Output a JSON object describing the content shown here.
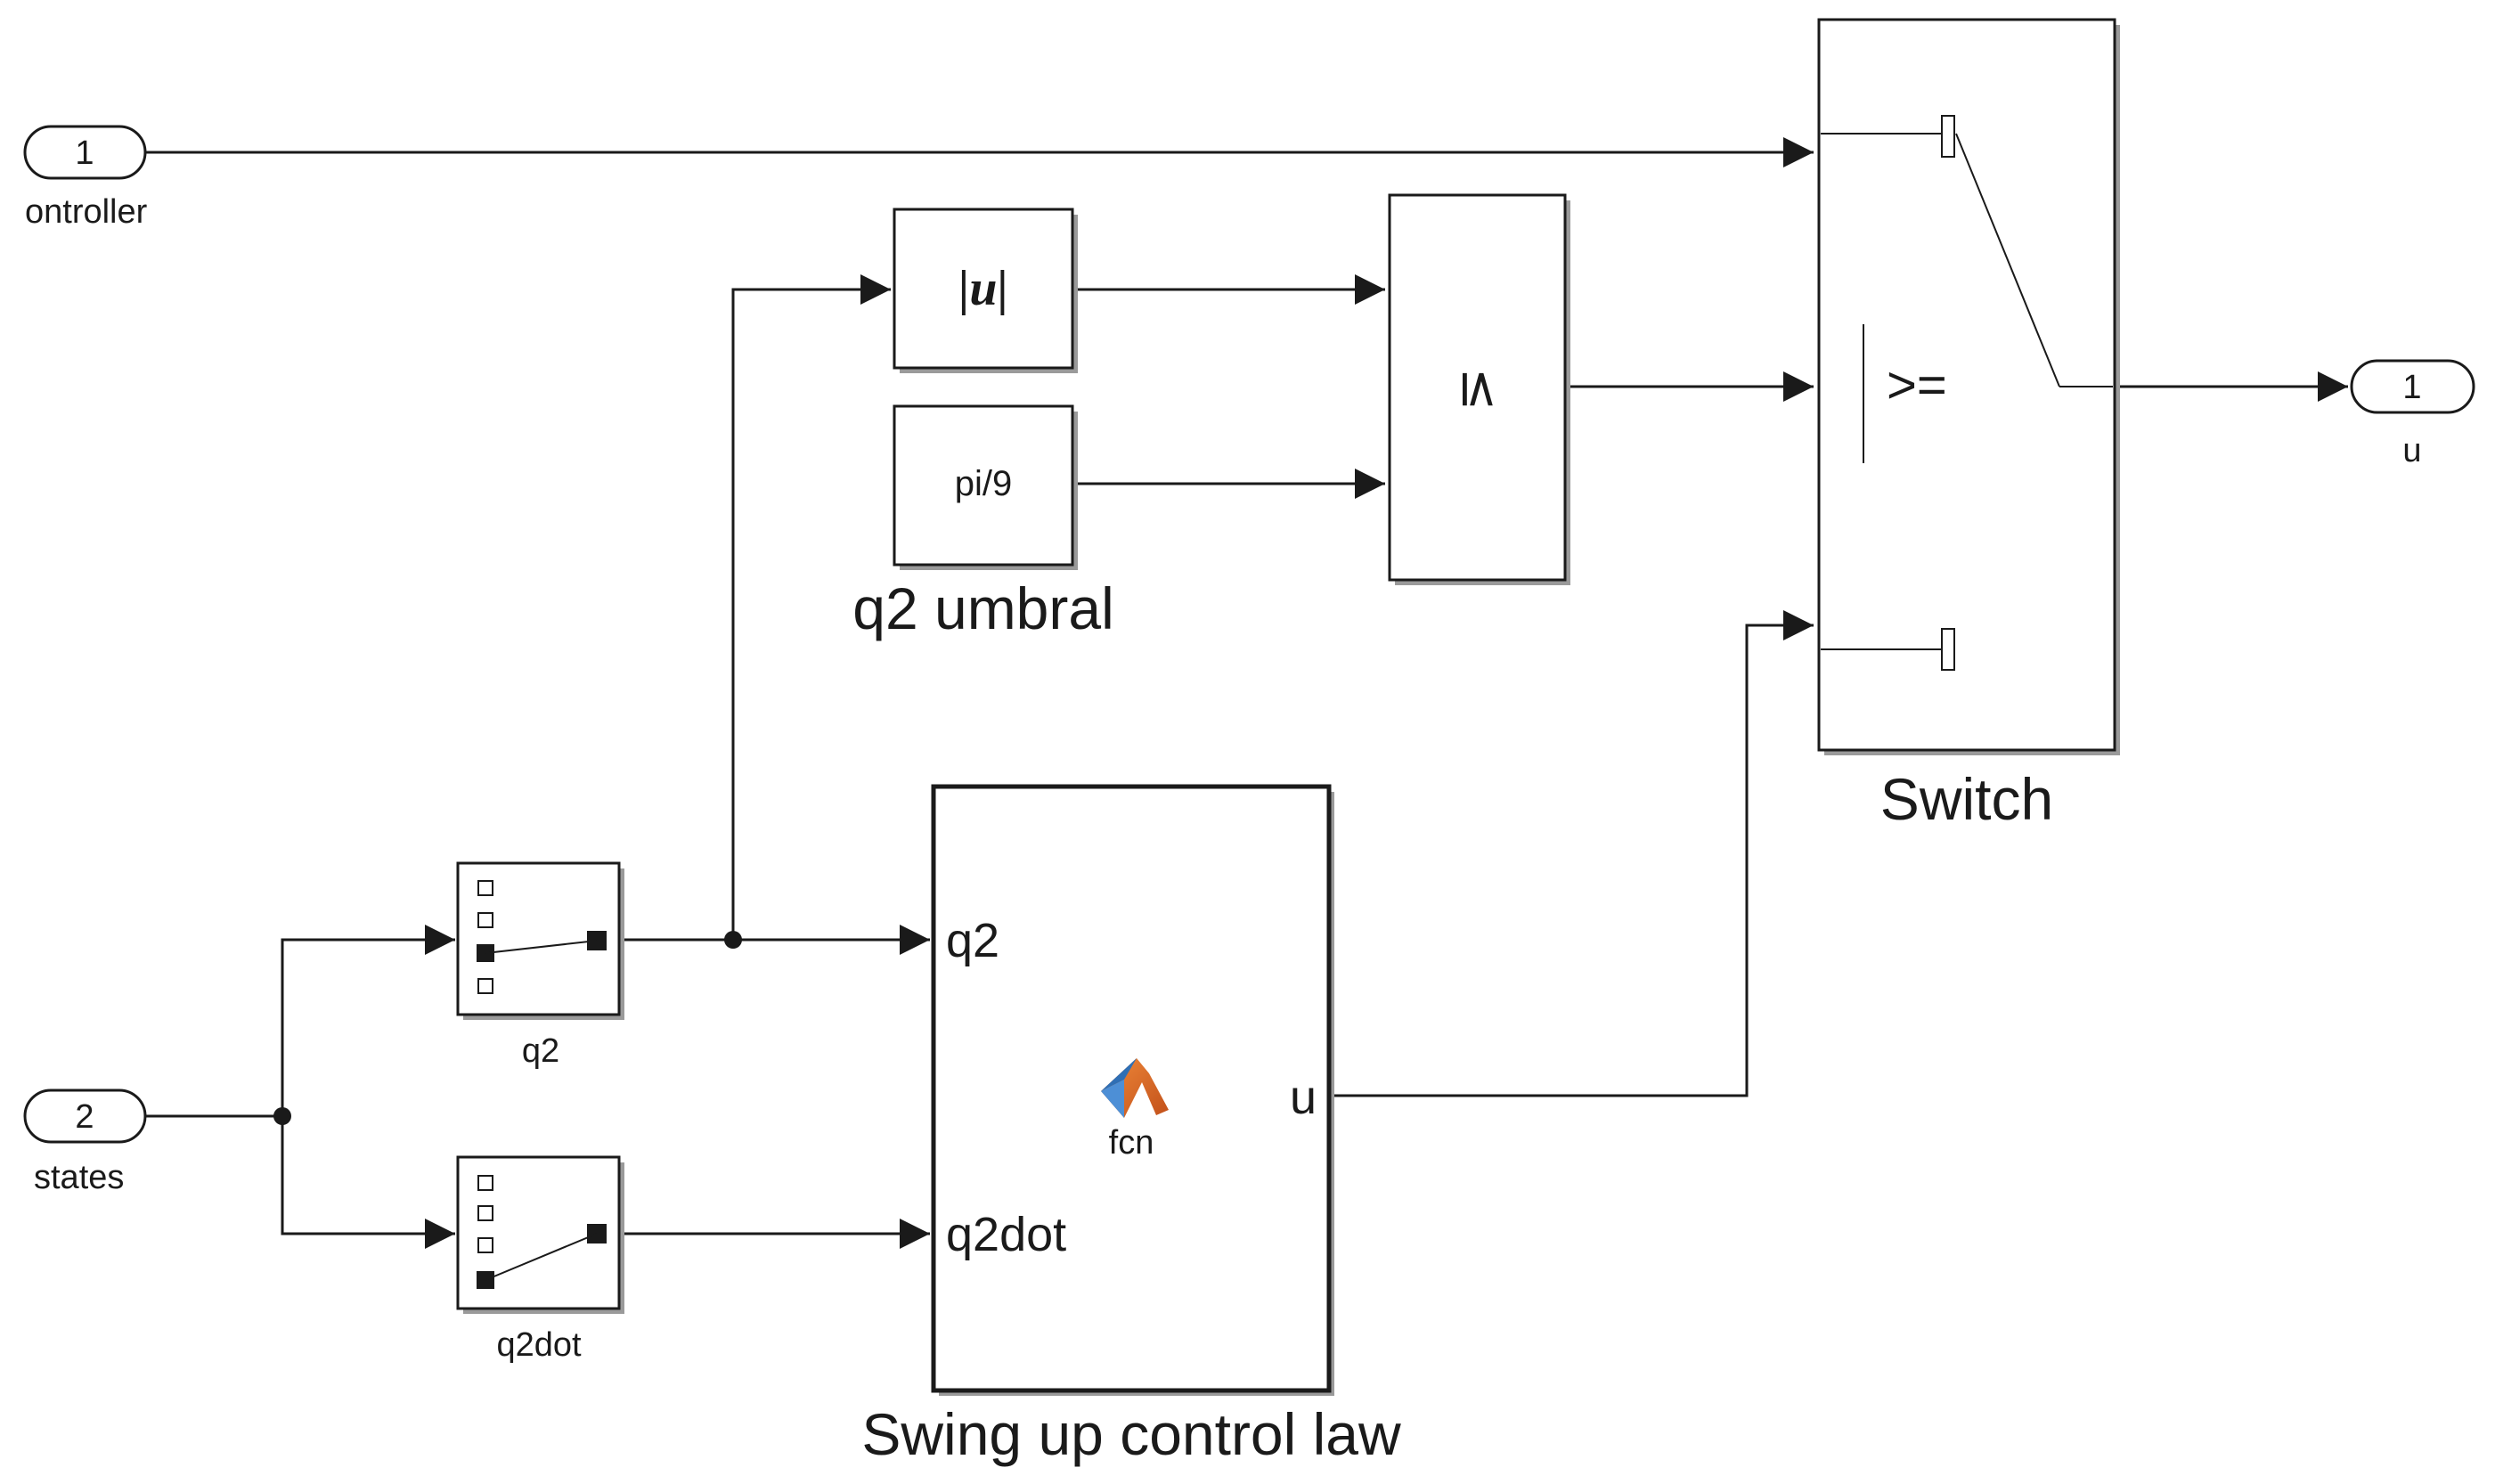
{
  "inports": [
    {
      "number": "1",
      "label": "ontroller"
    },
    {
      "number": "2",
      "label": "states"
    }
  ],
  "outport": {
    "number": "1",
    "label": "u"
  },
  "abs_block": {
    "symbol": "|u|"
  },
  "constant_block": {
    "value": "pi/9",
    "name": "q2 umbral"
  },
  "relational_block": {
    "operator": "≤"
  },
  "switch_block": {
    "criteria": ">=",
    "name": "Switch"
  },
  "selector_q2": {
    "name": "q2"
  },
  "selector_q2dot": {
    "name": "q2dot"
  },
  "matlab_function": {
    "name": "Swing up control law",
    "function_label": "fcn",
    "inputs": [
      "q2",
      "q2dot"
    ],
    "output": "u",
    "icon": "matlab-logo-icon"
  },
  "colors": {
    "line": "#1a1a1a",
    "block_shadow": "#9a9a9a",
    "matlab_orange": "#e16b21",
    "matlab_blue": "#2f6fb5"
  }
}
